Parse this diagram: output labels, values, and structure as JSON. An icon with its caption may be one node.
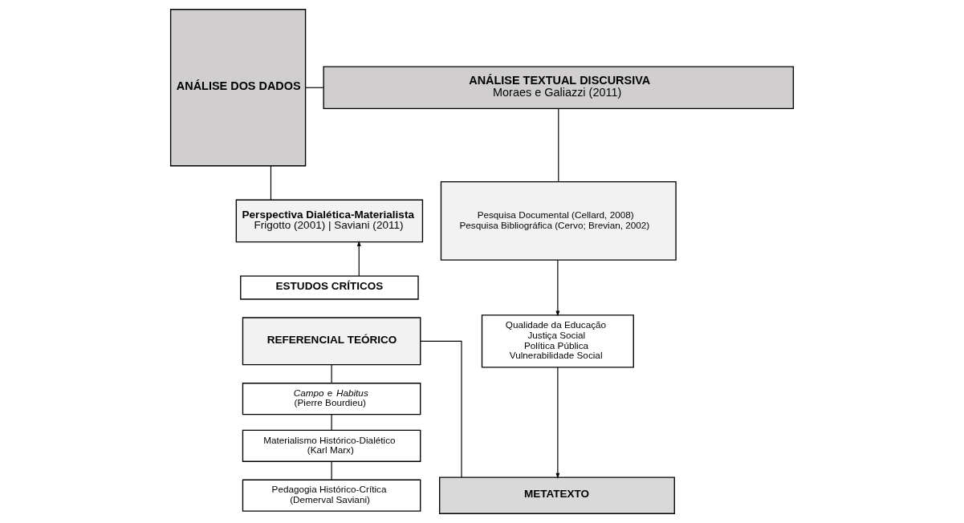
{
  "diagram": {
    "nodes": [
      {
        "text": [
          "ANÁLISE DOS DADOS"
        ]
      },
      {
        "text": [
          "ANÁLISE TEXTUAL DISCURSIVA",
          "Moraes e Galiazzi (2011)"
        ]
      },
      {
        "text": [
          "Perspectiva Dialética-Materialista",
          "Frigotto (2001) | Saviani (2011)"
        ]
      },
      {
        "text": [
          "ESTUDOS CRÍTICOS"
        ]
      },
      {
        "text": [
          "REFERENCIAL TEÓRICO"
        ]
      },
      {
        "text": [
          "*Campo* e *Habitus*",
          "(Pierre Bourdieu)"
        ]
      },
      {
        "text": [
          "Materialismo Histórico-Dialético",
          "(Karl Marx)"
        ]
      },
      {
        "text": [
          "Pedagogia Histórico-Crítica",
          "(Demerval Saviani)"
        ]
      },
      {
        "text": [
          "Pesquisa Documental (Cellard, 2008)",
          "Pesquisa Bibliográfica (Cervo; Brevian, 2002)"
        ]
      },
      {
        "text": [
          "Qualidade da Educação",
          "Justiça Social",
          "Política Pública",
          "Vulnerabilidade Social"
        ]
      },
      {
        "text": [
          "METATEXTO"
        ]
      }
    ],
    "edges": [
      {
        "from": 0,
        "to": 1,
        "arrow": "none"
      },
      {
        "from": 0,
        "to": 2,
        "arrow": "none"
      },
      {
        "from": 3,
        "to": 2,
        "arrow": "to"
      },
      {
        "from": 4,
        "to": 5,
        "arrow": "none"
      },
      {
        "from": 5,
        "to": 6,
        "arrow": "none"
      },
      {
        "from": 6,
        "to": 7,
        "arrow": "none"
      },
      {
        "from": 1,
        "to": 8,
        "arrow": "none"
      },
      {
        "from": 8,
        "to": 9,
        "arrow": "to"
      },
      {
        "from": 9,
        "to": 10,
        "arrow": "to"
      },
      {
        "from": 4,
        "to": 10,
        "arrow": "none"
      }
    ]
  }
}
